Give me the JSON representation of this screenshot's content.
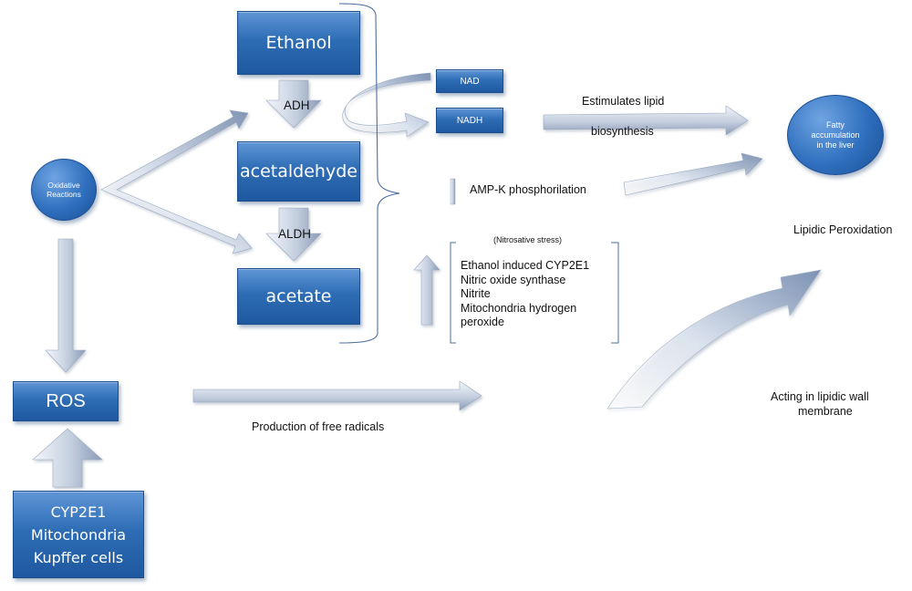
{
  "nodes": {
    "ethanol": "Ethanol",
    "acetaldehyde": "acetaldehyde",
    "acetate": "acetate",
    "ros": "ROS",
    "oxidative": [
      "Oxidative",
      "Reactions"
    ],
    "nad": "NAD",
    "nadh": "NADH",
    "fatty": [
      "Fatty",
      "accumulation",
      "in the liver"
    ],
    "sources": [
      "CYP2E1",
      "Mitochondria",
      "Kupffer cells"
    ]
  },
  "labels": {
    "adh": "ADH",
    "aldh": "ALDH",
    "stimulates_1": "Estimulates lipid",
    "stimulates_2": "biosynthesis",
    "ampk": "AMP-K phosphorilation",
    "nitrosative": "(Nitrosative stress)",
    "nitrosative_items": [
      "Ethanol  induced CYP2E1",
      "Nitric oxide synthase",
      "Nitrite",
      "Mitochondria hydrogen",
      "peroxide"
    ],
    "lipidic_peroxidation": "Lipidic Peroxidation",
    "acting_1": "Acting in lipidic wall",
    "acting_2": "membrane",
    "free_radicals": "Production of free radicals"
  },
  "colors": {
    "box_top": "#5f95d6",
    "box_bottom": "#1e58a0",
    "arrow_light": "#e9eef6",
    "arrow_dark": "#8a9bb6"
  }
}
